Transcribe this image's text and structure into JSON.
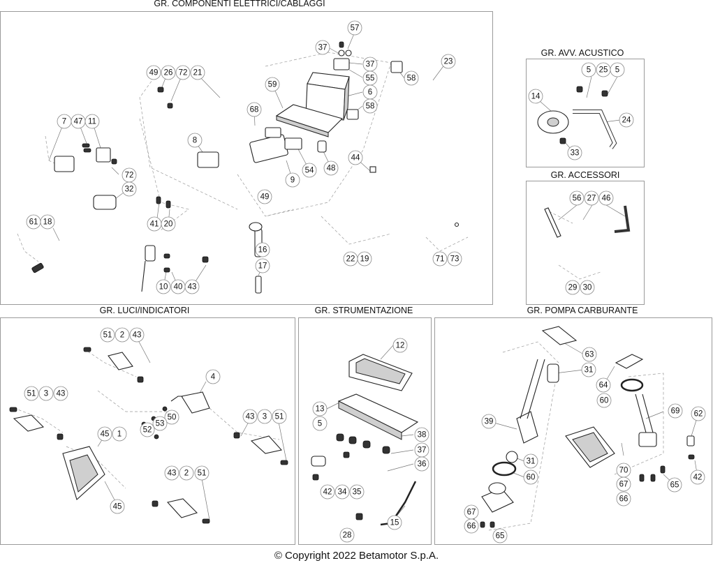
{
  "groups": {
    "electrical": "GR. COMPONENTI ELETTRICI/CABLAGGI",
    "horn": "GR. AVV. ACUSTICO",
    "accessories": "GR. ACCESSORI",
    "lights": "GR. LUCI/INDICATORI",
    "instruments": "GR. STRUMENTAZIONE",
    "fuel_pump": "GR. POMPA CARBURANTE"
  },
  "copyright": "© Copyright 2022 Betamotor S.p.A.",
  "labels": {
    "electrical": [
      "57",
      "37",
      "37",
      "55",
      "58",
      "23",
      "6",
      "58",
      "59",
      "68",
      "49",
      "26",
      "72",
      "21",
      "7",
      "47",
      "11",
      "8",
      "72",
      "32",
      "44",
      "54",
      "48",
      "9",
      "49",
      "41",
      "20",
      "61",
      "18",
      "16",
      "17",
      "10",
      "40",
      "43",
      "22",
      "19",
      "71",
      "73"
    ],
    "horn": [
      "5",
      "25",
      "5",
      "14",
      "24",
      "33"
    ],
    "accessories": [
      "56",
      "27",
      "46",
      "29",
      "30"
    ],
    "lights": [
      "51",
      "2",
      "43",
      "4",
      "51",
      "3",
      "43",
      "50",
      "53",
      "52",
      "43",
      "3",
      "51",
      "45",
      "1",
      "45",
      "43",
      "2",
      "51"
    ],
    "instruments": [
      "12",
      "13",
      "5",
      "38",
      "37",
      "36",
      "42",
      "34",
      "35",
      "15",
      "28"
    ],
    "fuel_pump": [
      "63",
      "31",
      "64",
      "60",
      "39",
      "69",
      "62",
      "31",
      "60",
      "70",
      "67",
      "65",
      "42",
      "66",
      "67",
      "66",
      "65"
    ]
  }
}
